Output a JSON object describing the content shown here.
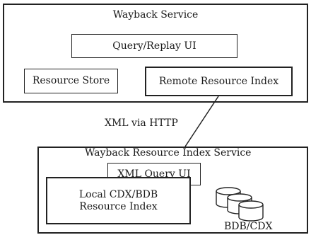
{
  "diagram": {
    "wayback_service": {
      "title": "Wayback Service",
      "query_replay_ui": "Query/Replay UI",
      "resource_store": "Resource Store",
      "remote_resource_index": "Remote Resource Index"
    },
    "connection_label": "XML via HTTP",
    "resource_index_service": {
      "title": "Wayback Resource Index Service",
      "xml_query_ui": "XML Query UI",
      "local_index_line1": "Local CDX/BDB",
      "local_index_line2": "Resource Index",
      "storage_label": "BDB/CDX",
      "storage_icon": "database-cylinders-icon"
    }
  }
}
